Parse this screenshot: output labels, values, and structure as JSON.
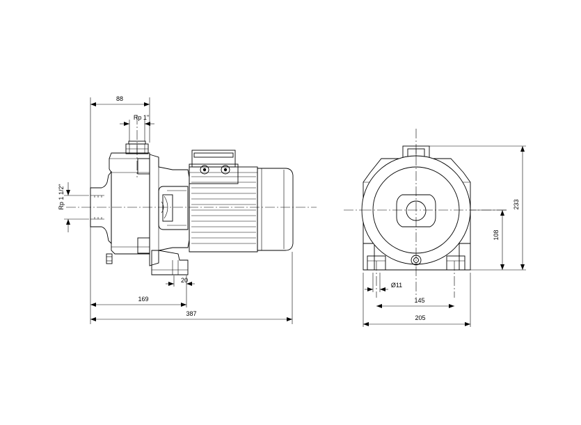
{
  "side_view": {
    "dim_inlet_offset": "88",
    "dim_outlet_thread": "Rp 1\"",
    "dim_inlet_thread": "Rp 1 1/2\"",
    "dim_foot_width": "20",
    "dim_foot_position": "169",
    "dim_total_length": "387"
  },
  "front_view": {
    "dim_hole_diameter": "Ø11",
    "dim_foot_spacing": "145",
    "dim_base_width": "205",
    "dim_axis_height": "108",
    "dim_total_height": "233"
  }
}
